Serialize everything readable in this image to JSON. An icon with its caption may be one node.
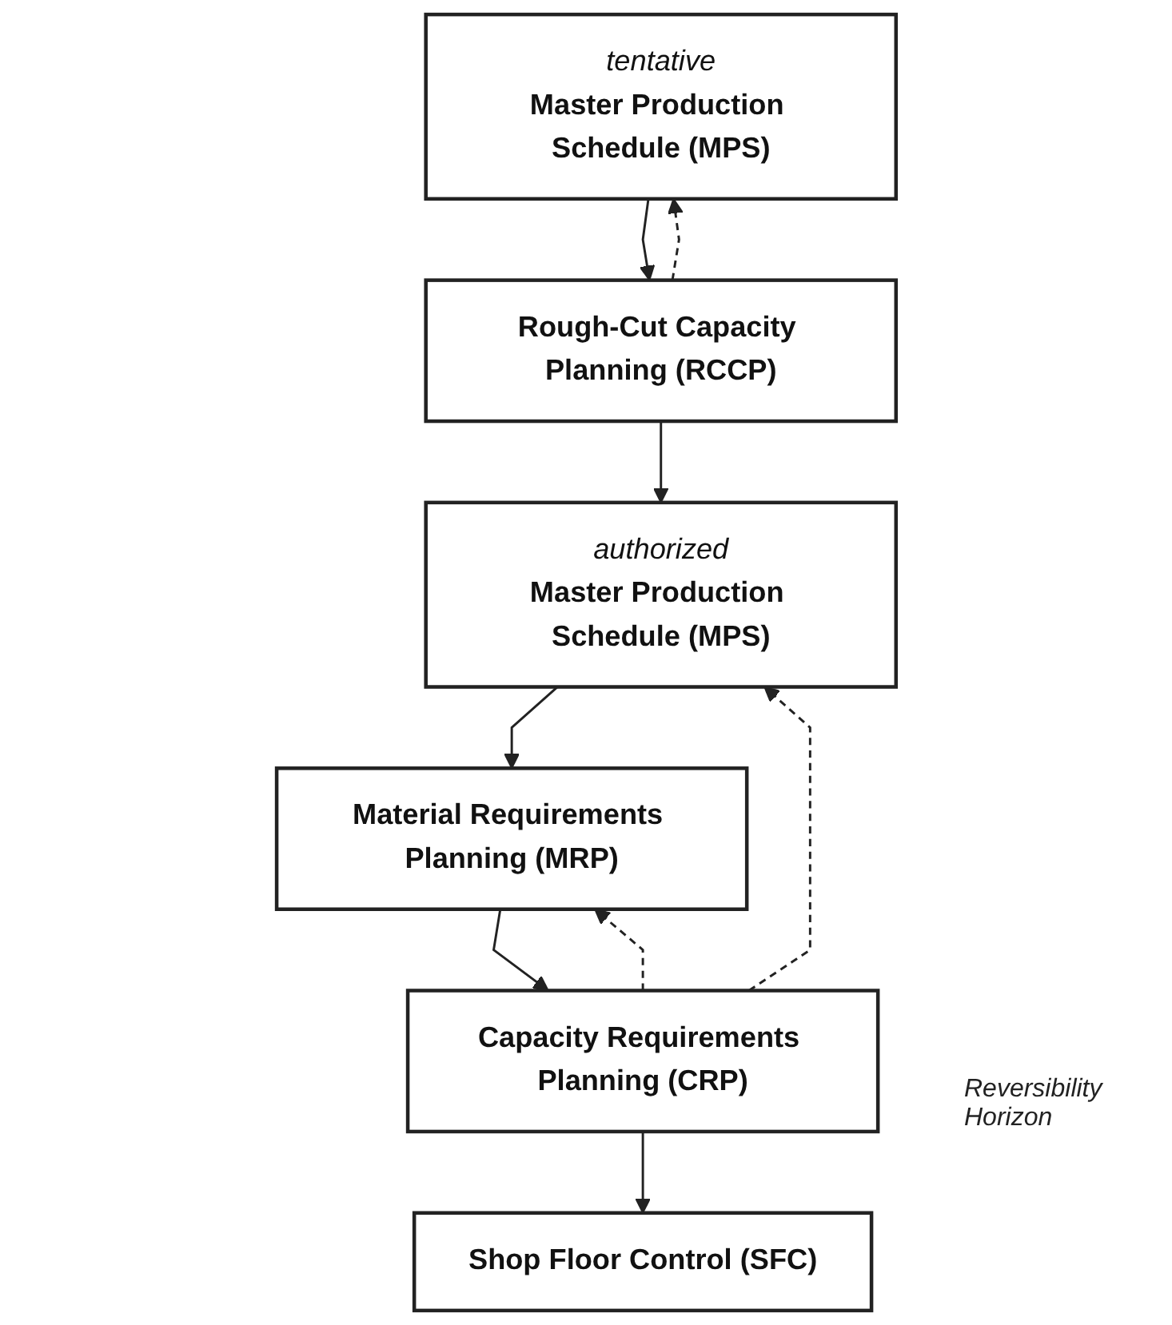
{
  "diagram": {
    "nodes": [
      {
        "text": [
          "tentative",
          "Master Production Schedule (MPS)"
        ]
      },
      {
        "text": [
          "Rough-Cut Capacity Planning (RCCP)"
        ]
      },
      {
        "text": [
          "authorized",
          "Master Production Schedule (MPS)"
        ]
      },
      {
        "text": [
          "Material Requirements Planning (MRP)"
        ]
      },
      {
        "text": [
          "Capacity Requirements Planning (CRP)"
        ]
      },
      {
        "text": [
          "Shop Floor Control (SFC)"
        ]
      }
    ],
    "edges": [
      {
        "from": 0,
        "to": 1,
        "arrow": "to"
      },
      {
        "from": 1,
        "to": 0,
        "arrow": "to",
        "style": "dashed"
      },
      {
        "from": 1,
        "to": 2,
        "arrow": "to"
      },
      {
        "from": 2,
        "to": 3,
        "arrow": "to"
      },
      {
        "from": 4,
        "to": 2,
        "arrow": "to",
        "style": "dashed"
      },
      {
        "from": 4,
        "to": 3,
        "arrow": "to",
        "style": "dashed"
      },
      {
        "from": 3,
        "to": 4,
        "arrow": "to"
      },
      {
        "from": 4,
        "to": 5,
        "arrow": "to"
      }
    ],
    "labels": [
      "Reversibility Horizon"
    ]
  }
}
